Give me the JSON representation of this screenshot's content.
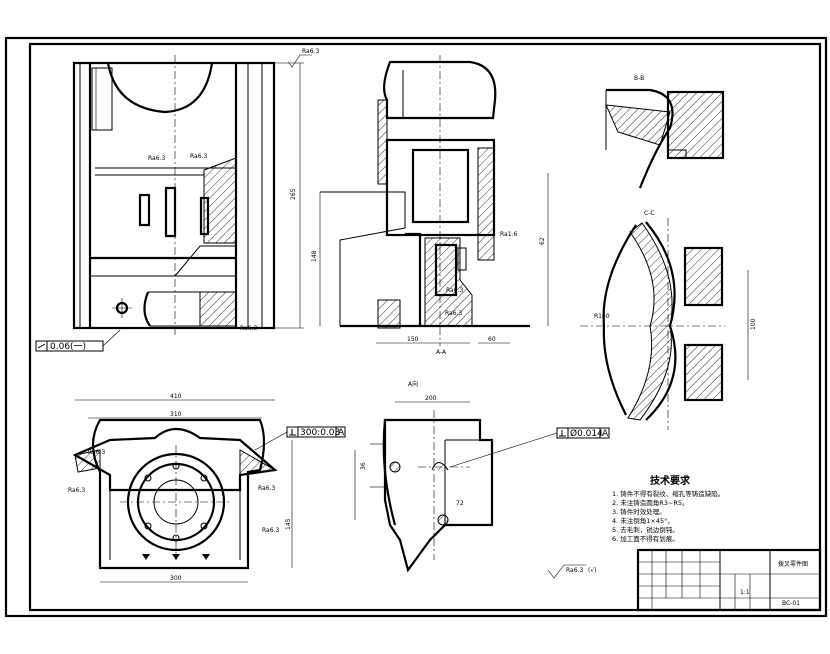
{
  "tolerances": {
    "flatness": "0.06(一)",
    "top_perp_value": "300:0.03",
    "top_perp_datum": "A",
    "mid_perp_value": "Ø0.014",
    "mid_perp_datum": "A"
  },
  "roughness": {
    "ra_label": "Ra6.3",
    "ra_other": "Ra1.6"
  },
  "views": {
    "section_label_1": "A-A",
    "section_label_2": "B-B",
    "section_label_3": "C-C"
  },
  "notes": {
    "heading": "技术要求",
    "items": [
      "1. 铸件不得有裂纹、缩孔等铸造缺陷。",
      "2. 未注铸造圆角R3~R5。",
      "3. 铸件时效处理。",
      "4. 未注倒角1×45°。",
      "5. 去毛刺，锐边倒钝。",
      "6. 加工面不得有划痕。"
    ]
  },
  "title_block": {
    "part_name": "拨叉零件图",
    "drawing_no": "BC-01",
    "scale": "1:1"
  }
}
